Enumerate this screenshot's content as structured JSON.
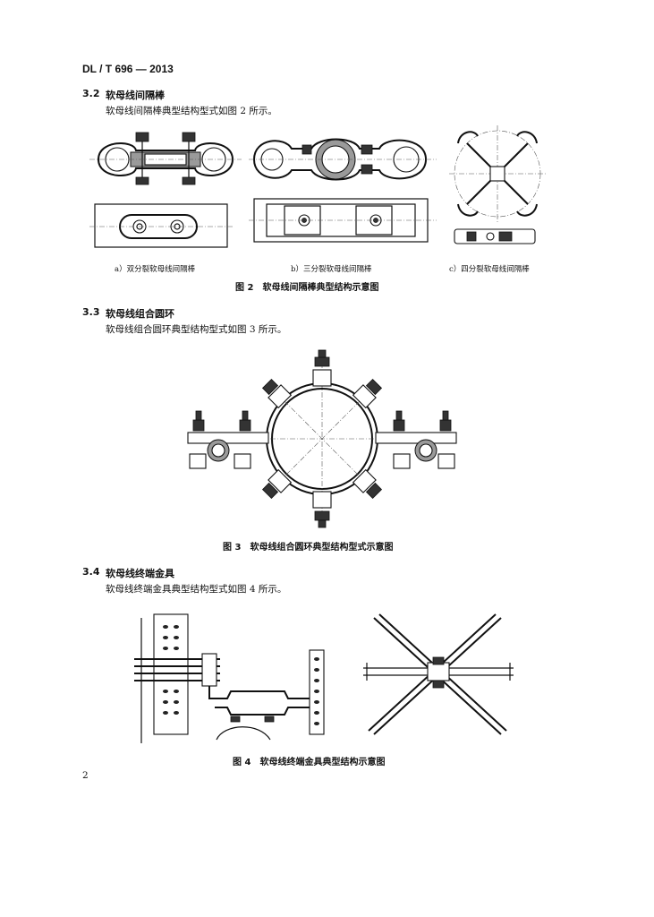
{
  "header": {
    "doc_number": "DL / T 696 — 2013"
  },
  "section_3_2": {
    "number": "3.2",
    "title": "软母线间隔棒",
    "body": "软母线间隔棒典型结构型式如图 2 所示。",
    "sub_captions": [
      "a）双分裂软母线间隔棒",
      "b）三分裂软母线间隔棒",
      "c）四分裂软母线间隔棒"
    ],
    "figure_caption": "图 2　软母线间隔棒典型结构示意图"
  },
  "section_3_3": {
    "number": "3.3",
    "title": "软母线组合圆环",
    "body": "软母线组合圆环典型结构型式如图 3 所示。",
    "figure_caption": "图 3　软母线组合圆环典型结构型式示意图"
  },
  "section_3_4": {
    "number": "3.4",
    "title": "软母线终端金具",
    "body": "软母线终端金具典型结构型式如图 4 所示。",
    "figure_caption": "图 4　软母线终端金具典型结构示意图"
  },
  "footer": {
    "page_number": "2"
  }
}
